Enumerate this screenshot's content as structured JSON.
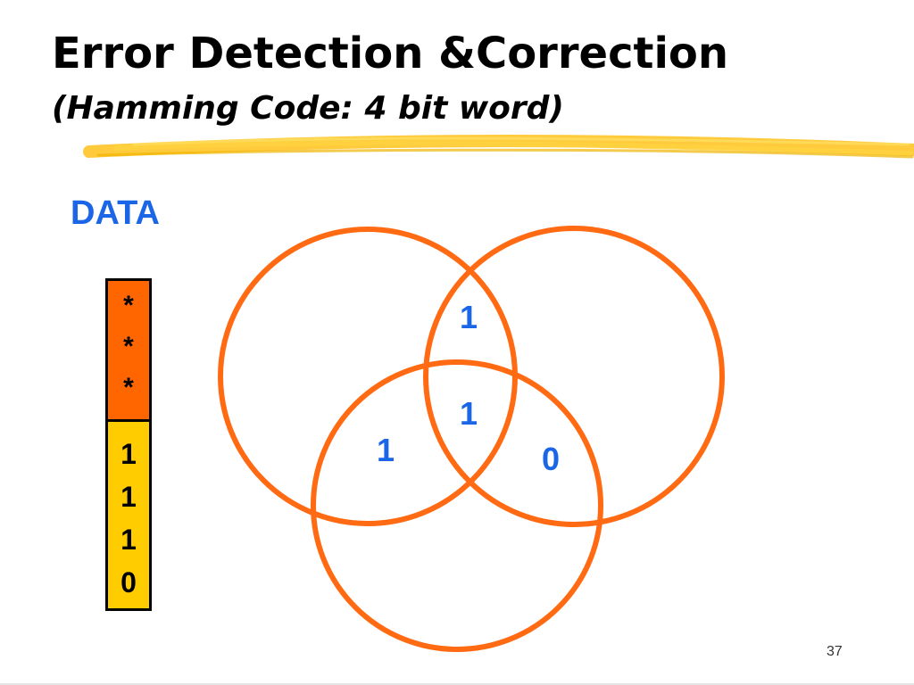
{
  "slide": {
    "title": "Error Detection &Correction",
    "subtitle": "(Hamming Code:  4 bit word)",
    "page_number": "37"
  },
  "data_column": {
    "label": "DATA",
    "parity_cells": [
      "*",
      "*",
      "*"
    ],
    "data_cells": [
      "1",
      "1",
      "1",
      "0"
    ]
  },
  "venn": {
    "region_values": {
      "top_overlap": "1",
      "center_overlap": "1",
      "left_bottom_overlap": "1",
      "right_bottom_overlap": "0"
    }
  },
  "colors": {
    "title_text": "#000000",
    "highlight_stroke": "#ffc21a",
    "data_label": "#1a66e6",
    "parity_fill": "#ff6600",
    "data_fill": "#ffcc00",
    "circle_stroke": "#ff6a13",
    "region_text": "#1a66e6"
  }
}
